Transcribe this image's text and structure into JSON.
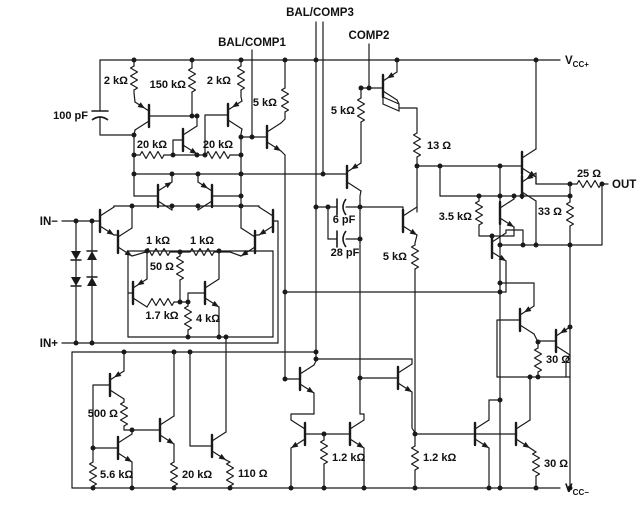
{
  "diagram": {
    "kind": "op-amp equivalent schematic",
    "pins": {
      "bal_comp3": "BAL/COMP3",
      "bal_comp1": "BAL/COMP1",
      "comp2": "COMP2",
      "v": "V",
      "vcc_plus_sub": "CC+",
      "vcc_minus_sub": "CC−",
      "out": "OUT",
      "in_minus": "IN−",
      "in_plus": "IN+"
    },
    "values": {
      "r_2k_a": "2 kΩ",
      "r_150k": "150 kΩ",
      "r_2k_b": "2 kΩ",
      "r_5k_a": "5 kΩ",
      "r_5k_b": "5 kΩ",
      "r_13": "13 Ω",
      "r_20k_a": "20 kΩ",
      "r_20k_b": "20 kΩ",
      "r_1k_a": "1 kΩ",
      "r_1k_b": "1 kΩ",
      "r_50": "50 Ω",
      "r_1k7": "1.7 kΩ",
      "r_4k": "4 kΩ",
      "r_500": "500 Ω",
      "r_5k6": "5.6 kΩ",
      "r_20k_c": "20 kΩ",
      "r_110": "110 Ω",
      "r_1k2_a": "1.2 kΩ",
      "r_1k2_b": "1.2 kΩ",
      "r_30_a": "30 Ω",
      "r_30_b": "30 Ω",
      "r_25": "25 Ω",
      "r_33": "33 Ω",
      "r_3k5": "3.5 kΩ",
      "r_5k_c": "5 kΩ",
      "c_100p": "100 pF",
      "c_6p": "6 pF",
      "c_28p": "28 pF"
    }
  }
}
